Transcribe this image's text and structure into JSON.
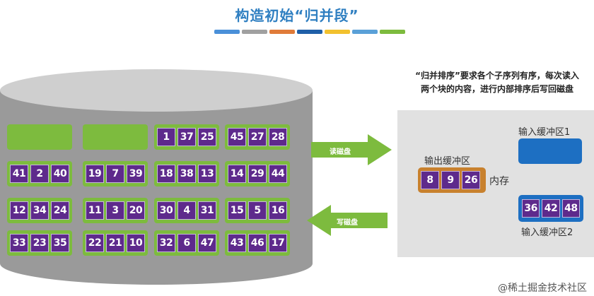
{
  "title": "构造初始“归并段”",
  "stripe_colors": [
    "#4a90d9",
    "#a0a0a0",
    "#e07b39",
    "#1f5fa8",
    "#f2c12e",
    "#5aa0d8",
    "#7dbb3e"
  ],
  "note": {
    "line1": "“归并排序”要求各个子序列有序，每次读入",
    "line2": "两个块的内容，进行内部排序后写回磁盘"
  },
  "disk": {
    "blocks": [
      {
        "values": []
      },
      {
        "values": []
      },
      {
        "values": [
          1,
          37,
          25
        ]
      },
      {
        "values": [
          45,
          27,
          28
        ]
      },
      {
        "values": [
          41,
          2,
          40
        ]
      },
      {
        "values": [
          19,
          7,
          39
        ]
      },
      {
        "values": [
          18,
          38,
          13
        ]
      },
      {
        "values": [
          14,
          29,
          44
        ]
      },
      {
        "values": [
          12,
          34,
          24
        ]
      },
      {
        "values": [
          11,
          3,
          20
        ]
      },
      {
        "values": [
          30,
          4,
          31
        ]
      },
      {
        "values": [
          15,
          5,
          16
        ]
      },
      {
        "values": [
          33,
          23,
          35
        ]
      },
      {
        "values": [
          22,
          21,
          10
        ]
      },
      {
        "values": [
          32,
          6,
          47
        ]
      },
      {
        "values": [
          43,
          46,
          17
        ]
      }
    ]
  },
  "arrows": {
    "read": "读磁盘",
    "write": "写磁盘"
  },
  "memory": {
    "label": "内存",
    "output_buffer": {
      "label": "输出缓冲区",
      "values": [
        8,
        9,
        26
      ]
    },
    "input_buffer_1": {
      "label": "输入缓冲区1",
      "values": []
    },
    "input_buffer_2": {
      "label": "输入缓冲区2",
      "values": [
        36,
        42,
        48
      ]
    }
  },
  "footer": "@稀土掘金技术社区",
  "colors": {
    "block_green": "#7dbb3e",
    "cell_purple": "#5e2a8c",
    "buffer_blue": "#1d6fc2",
    "buffer_orange": "#c8812e",
    "disk_gray": "#9a9a9a",
    "memory_gray": "#e1e1e1",
    "title_blue": "#2f7fc1"
  }
}
